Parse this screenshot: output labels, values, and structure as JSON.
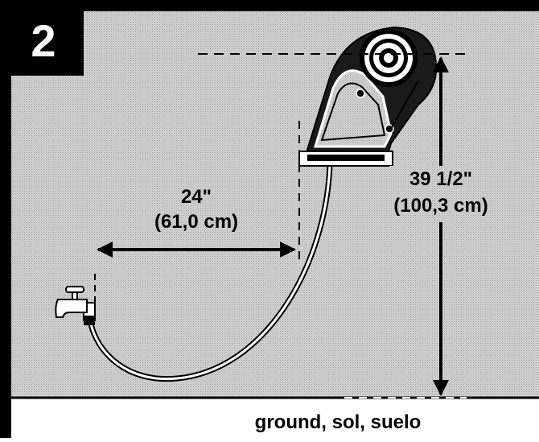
{
  "step": {
    "number": "2"
  },
  "dimensions": {
    "horizontal": {
      "line1": "24\"",
      "line2": "(61,0 cm)"
    },
    "vertical": {
      "line1": "39 1/2\"",
      "line2": "(100,3 cm)"
    }
  },
  "ground": {
    "label": "ground, sol, suelo"
  },
  "colors": {
    "wall": "#cfcfcf",
    "ink": "#000000",
    "paper": "#ffffff"
  },
  "icons": {
    "faucet": "faucet-icon",
    "hose": "hose-icon",
    "reel_cart": "hose-reel-cart-icon"
  }
}
